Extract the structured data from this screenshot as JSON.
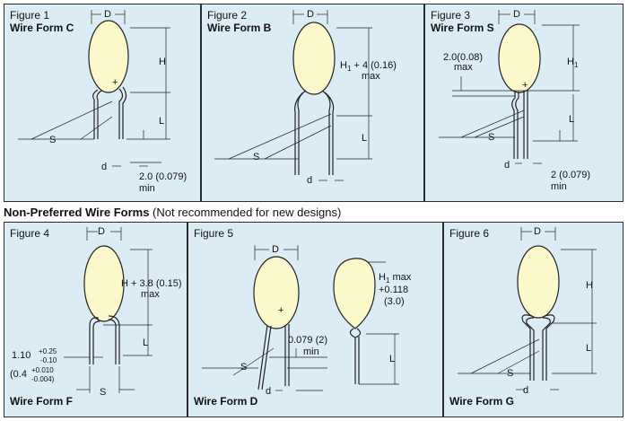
{
  "section_heading": {
    "bold": "Non-Preferred Wire Forms",
    "normal": "(Not recommended for new designs)"
  },
  "figures": [
    {
      "label": "Figure 1",
      "wire_form": "Wire Form C",
      "D": "D",
      "H": "H",
      "L": "L",
      "S": "S",
      "d": "d",
      "min_value": "2.0 (0.079)",
      "min_word": "min",
      "plus": "+"
    },
    {
      "label": "Figure 2",
      "wire_form": "Wire Form B",
      "D": "D",
      "H_a": "H",
      "H_sub": "1",
      "H_b": "+ 4 (0.16)",
      "H_max": "max",
      "L": "L",
      "S": "S",
      "d": "d"
    },
    {
      "label": "Figure 3",
      "wire_form": "Wire Form S",
      "D": "D",
      "H": "H",
      "H_sub": "1",
      "L": "L",
      "S": "S",
      "d": "d",
      "top_value": "2.0(0.08)",
      "top_word": "max",
      "min_value": "2 (0.079)",
      "min_word": "min",
      "plus": "+"
    },
    {
      "label": "Figure 4",
      "wire_form": "Wire Form F",
      "D": "D",
      "H_value": "H + 3.8 (0.15)",
      "H_max": "max",
      "L": "L",
      "S": "S",
      "tol1_base": "1.10",
      "tol1_up": "+0.25",
      "tol1_down": "-0.10",
      "tol2_base": "(0.4",
      "tol2_up": "+0.010",
      "tol2_down": "-0.004)"
    },
    {
      "label": "Figure 5",
      "wire_form": "Wire Form D",
      "D": "D",
      "H_a": "H",
      "H_sub": "1",
      "H_b": "max",
      "H_plus": "+0.118",
      "H_paren": "(3.0)",
      "L": "L",
      "S": "S",
      "d": "d",
      "min_value": "0.079 (2)",
      "min_word": "min",
      "plus": "+"
    },
    {
      "label": "Figure 6",
      "wire_form": "Wire Form G",
      "D": "D",
      "H": "H",
      "L": "L",
      "S": "S",
      "d": "d"
    }
  ]
}
